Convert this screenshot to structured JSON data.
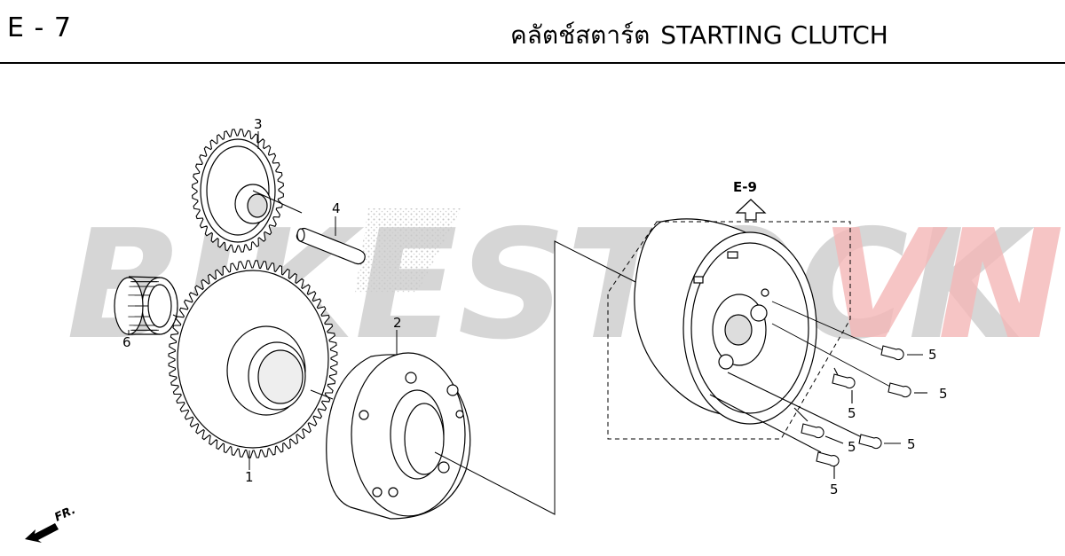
{
  "header": {
    "page_code": "E - 7",
    "title_thai": "คลัตช์สตาร์ต",
    "title_en": "STARTING CLUTCH"
  },
  "watermark": {
    "text_main": "BIKESTOCK",
    "text_accent": "VN",
    "color_main": "#c8c8c8",
    "color_accent": "#f4b6b6"
  },
  "reference": {
    "label": "E-9"
  },
  "direction": {
    "label": "FR."
  },
  "callouts": {
    "part1": "1",
    "part2": "2",
    "part3": "3",
    "part4": "4",
    "part6": "6",
    "bolt_a": "5",
    "bolt_b": "5",
    "bolt_c": "5",
    "bolt_d": "5",
    "bolt_e": "5",
    "bolt_f": "5"
  }
}
